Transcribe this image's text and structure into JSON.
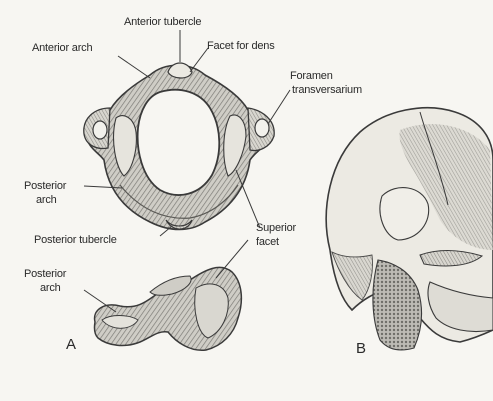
{
  "labels": {
    "anterior_tubercle": "Anterior tubercle",
    "anterior_arch": "Anterior arch",
    "facet_for_dens": "Facet for dens",
    "foramen_line1": "Foramen",
    "foramen_line2": "transversarium",
    "posterior_arch_top_line1": "Posterior",
    "posterior_arch_top_line2": "arch",
    "posterior_tubercle": "Posterior tubercle",
    "superior_facet_line1": "Superior",
    "superior_facet_line2": "facet",
    "posterior_arch_bottom_line1": "Posterior",
    "posterior_arch_bottom_line2": "arch"
  },
  "panels": {
    "a": "A",
    "b": "B"
  },
  "colors": {
    "background": "#f7f6f2",
    "ink": "#3a3a3a",
    "shade": "#9a9a96"
  }
}
